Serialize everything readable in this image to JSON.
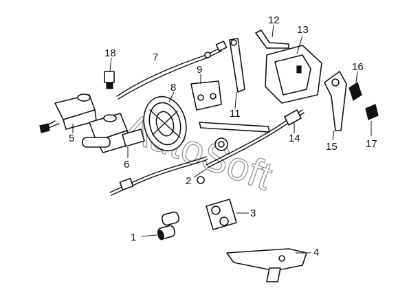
{
  "watermark": "AutoSoft",
  "callouts": [
    {
      "id": "1",
      "label": "1"
    },
    {
      "id": "2",
      "label": "2"
    },
    {
      "id": "3",
      "label": "3"
    },
    {
      "id": "4",
      "label": "4"
    },
    {
      "id": "5",
      "label": "5"
    },
    {
      "id": "6",
      "label": "6"
    },
    {
      "id": "7",
      "label": "7"
    },
    {
      "id": "8",
      "label": "8"
    },
    {
      "id": "9",
      "label": "9"
    },
    {
      "id": "11",
      "label": "11"
    },
    {
      "id": "12",
      "label": "12"
    },
    {
      "id": "13",
      "label": "13"
    },
    {
      "id": "14",
      "label": "14"
    },
    {
      "id": "15",
      "label": "15"
    },
    {
      "id": "16",
      "label": "16"
    },
    {
      "id": "17",
      "label": "17"
    },
    {
      "id": "18",
      "label": "18"
    }
  ]
}
